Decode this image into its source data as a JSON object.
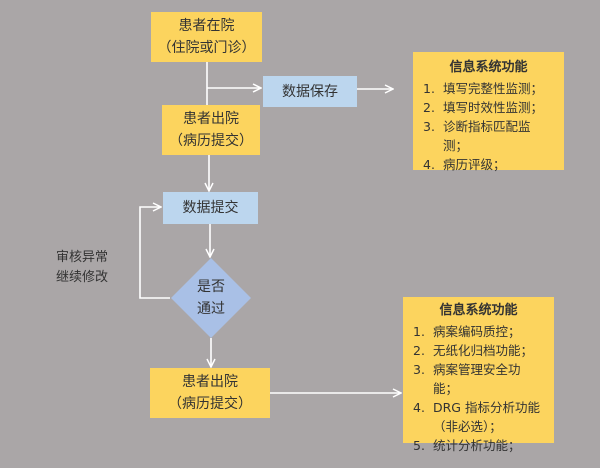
{
  "nodes": {
    "inpatient": {
      "line1": "患者在院",
      "line2": "（住院或门诊）"
    },
    "save": "数据保存",
    "discharge1": {
      "line1": "患者出院",
      "line2": "（病历提交）"
    },
    "submit": "数据提交",
    "decision": {
      "line1": "是否",
      "line2": "通过"
    },
    "discharge2": {
      "line1": "患者出院",
      "line2": "（病历提交）"
    }
  },
  "loop_label": {
    "line1": "审核异常",
    "line2": "继续修改"
  },
  "info1": {
    "title": "信息系统功能",
    "items": [
      {
        "n": "1.",
        "text": "填写完整性监测；"
      },
      {
        "n": "2.",
        "text": "填写时效性监测；"
      },
      {
        "n": "3.",
        "text": "诊断指标匹配监测；"
      },
      {
        "n": "4.",
        "text": "病历评级；"
      }
    ]
  },
  "info2": {
    "title": "信息系统功能",
    "items": [
      {
        "n": "1.",
        "text": "病案编码质控；"
      },
      {
        "n": "2.",
        "text": "无纸化归档功能；"
      },
      {
        "n": "3.",
        "text": "病案管理安全功能；"
      },
      {
        "n": "4.",
        "text": "DRG 指标分析功能（非必选）；"
      },
      {
        "n": "5.",
        "text": "统计分析功能；"
      }
    ]
  },
  "colors": {
    "background": "#aaa6a7",
    "yellow": "#fcd45e",
    "blue": "#bcd6ee",
    "diamond": "#a9c0e6"
  }
}
